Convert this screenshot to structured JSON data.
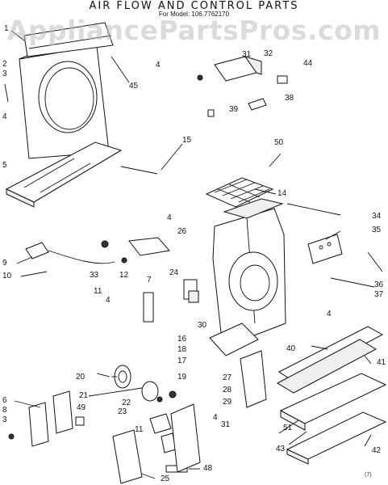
{
  "header": {
    "title": "AIR FLOW AND CONTROL PARTS",
    "subtitle": "For Model: 106.7762170",
    "watermark": "AppliancePartsPros.com"
  },
  "footer": {
    "ref_code": "(7)"
  },
  "callouts": [
    {
      "id": "c1",
      "text": "1"
    },
    {
      "id": "c2",
      "text": "2"
    },
    {
      "id": "c3",
      "text": "3"
    },
    {
      "id": "c4a",
      "text": "4"
    },
    {
      "id": "c5",
      "text": "5"
    },
    {
      "id": "c45",
      "text": "45"
    },
    {
      "id": "c4b",
      "text": "4"
    },
    {
      "id": "c31a",
      "text": "31"
    },
    {
      "id": "c32",
      "text": "32"
    },
    {
      "id": "c44",
      "text": "44"
    },
    {
      "id": "c38",
      "text": "38"
    },
    {
      "id": "c39",
      "text": "39"
    },
    {
      "id": "c15",
      "text": "15"
    },
    {
      "id": "c50",
      "text": "50"
    },
    {
      "id": "c14",
      "text": "14"
    },
    {
      "id": "c34",
      "text": "34"
    },
    {
      "id": "c35",
      "text": "35"
    },
    {
      "id": "c4c",
      "text": "4"
    },
    {
      "id": "c26",
      "text": "26"
    },
    {
      "id": "c9",
      "text": "9"
    },
    {
      "id": "c10",
      "text": "10"
    },
    {
      "id": "c33",
      "text": "33"
    },
    {
      "id": "c12",
      "text": "12"
    },
    {
      "id": "c11a",
      "text": "11"
    },
    {
      "id": "c7",
      "text": "7"
    },
    {
      "id": "c24",
      "text": "24"
    },
    {
      "id": "c4d",
      "text": "4"
    },
    {
      "id": "c30",
      "text": "30"
    },
    {
      "id": "c36",
      "text": "36"
    },
    {
      "id": "c37",
      "text": "37"
    },
    {
      "id": "c4e",
      "text": "4"
    },
    {
      "id": "c16",
      "text": "16"
    },
    {
      "id": "c18",
      "text": "18"
    },
    {
      "id": "c17",
      "text": "17"
    },
    {
      "id": "c40",
      "text": "40"
    },
    {
      "id": "c41",
      "text": "41"
    },
    {
      "id": "c20",
      "text": "20"
    },
    {
      "id": "c19",
      "text": "19"
    },
    {
      "id": "c27",
      "text": "27"
    },
    {
      "id": "c28",
      "text": "28"
    },
    {
      "id": "c29",
      "text": "29"
    },
    {
      "id": "c21",
      "text": "21"
    },
    {
      "id": "c6",
      "text": "6"
    },
    {
      "id": "c8",
      "text": "8"
    },
    {
      "id": "c3b",
      "text": "3"
    },
    {
      "id": "c49",
      "text": "49"
    },
    {
      "id": "c22",
      "text": "22"
    },
    {
      "id": "c23",
      "text": "23"
    },
    {
      "id": "c4f",
      "text": "4"
    },
    {
      "id": "c31b",
      "text": "31"
    },
    {
      "id": "c11b",
      "text": "11"
    },
    {
      "id": "c51",
      "text": "51"
    },
    {
      "id": "c43",
      "text": "43"
    },
    {
      "id": "c42",
      "text": "42"
    },
    {
      "id": "c48",
      "text": "48"
    },
    {
      "id": "c25",
      "text": "25"
    }
  ]
}
